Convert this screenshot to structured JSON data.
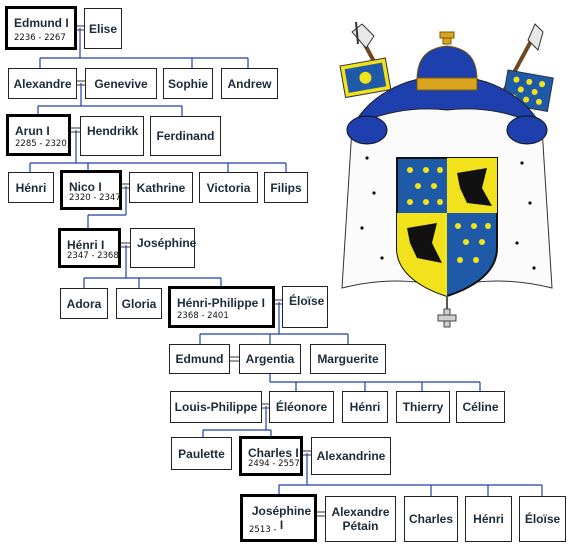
{
  "tree": {
    "g1": {
      "ruler": {
        "name": "Edmund I",
        "dates": "2236 - 2267"
      },
      "spouse": "Elise"
    },
    "g2": {
      "heir": "Alexandre",
      "spouse": "Genevive",
      "siblings": [
        "Sophie",
        "Andrew"
      ]
    },
    "g3": {
      "ruler": {
        "name": "Arun I",
        "dates": "2285 - 2320"
      },
      "spouse": "Hendrikk",
      "siblings": [
        "Ferdinand"
      ]
    },
    "g4": {
      "siblings_before": [
        "Hénri"
      ],
      "ruler": {
        "name": "Nico I",
        "dates": "2320 - 2347"
      },
      "spouse": "Kathrine",
      "siblings_after": [
        "Victoria",
        "Filips"
      ]
    },
    "g5": {
      "ruler": {
        "name": "Hénri I",
        "dates": "2347 - 2368"
      },
      "spouse": "Joséphine"
    },
    "g6": {
      "siblings_before": [
        "Adora",
        "Gloria"
      ],
      "ruler": {
        "name": "Hénri-Philippe I",
        "dates": "2368 - 2401"
      },
      "spouse": "Éloïse"
    },
    "g7": {
      "siblings_before": [
        "Edmund"
      ],
      "heir": "Argentia",
      "siblings_after": [
        "Marguerite"
      ]
    },
    "g8": {
      "spouse_before": "Louis-Philippe",
      "heir": "Éléonore",
      "siblings_after": [
        "Hénri",
        "Thierry",
        "Céline"
      ]
    },
    "g9": {
      "siblings_before": [
        "Paulette"
      ],
      "ruler": {
        "name": "Charles I",
        "dates": "2494 - 2557"
      },
      "spouse": "Alexandrine"
    },
    "g10": {
      "ruler": {
        "name": "Joséphine I",
        "dates": "2513 -"
      },
      "spouse_lines": [
        "Alexandre",
        "Pétain"
      ],
      "siblings_after": [
        "Charles",
        "Hénri",
        "Éloïse"
      ]
    }
  },
  "colors": {
    "line": "#1f3fb0",
    "box_border": "#222222",
    "ruler_border": "#000000",
    "shield_blue": "#1e5aa8",
    "shield_yellow": "#f2e21b",
    "mantle_blue": "#1e3fae"
  },
  "coat_of_arms": {
    "icon": "royal-coat-of-arms"
  }
}
